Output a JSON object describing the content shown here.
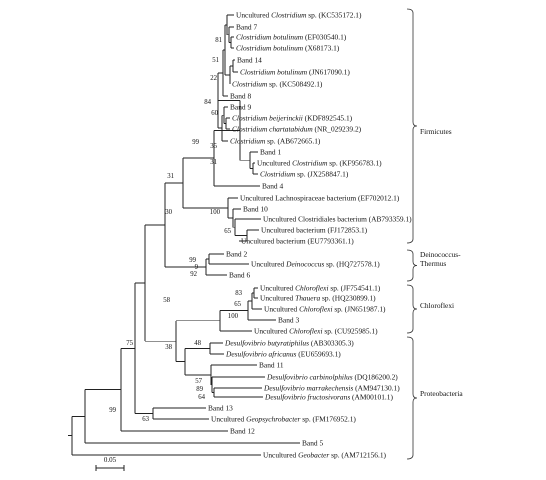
{
  "leaves": [
    {
      "id": "L1",
      "segs": [
        [
          "Uncultured ",
          0
        ],
        [
          "Clostridium",
          1
        ],
        [
          " sp. (KC535172.1)",
          0
        ]
      ]
    },
    {
      "id": "L2",
      "segs": [
        [
          "Band 7",
          0
        ]
      ]
    },
    {
      "id": "L3",
      "segs": [
        [
          "Clostridium botulinum",
          1
        ],
        [
          " (EF030540.1)",
          0
        ]
      ]
    },
    {
      "id": "L4",
      "segs": [
        [
          "Clostridium botulinum",
          1
        ],
        [
          " (X68173.1)",
          0
        ]
      ]
    },
    {
      "id": "L5",
      "segs": [
        [
          "Band 14",
          0
        ]
      ]
    },
    {
      "id": "L6",
      "segs": [
        [
          "Clostridium botulinum",
          1
        ],
        [
          " (JN617090.1)",
          0
        ]
      ]
    },
    {
      "id": "L7",
      "segs": [
        [
          "Clostridium",
          1
        ],
        [
          " sp. (KC508492.1)",
          0
        ]
      ]
    },
    {
      "id": "L8",
      "segs": [
        [
          "Band 8",
          0
        ]
      ]
    },
    {
      "id": "L9",
      "segs": [
        [
          "Band 9",
          0
        ]
      ]
    },
    {
      "id": "L10",
      "segs": [
        [
          "Clostridium beijerinckii",
          1
        ],
        [
          " (KDF892545.1)",
          0
        ]
      ]
    },
    {
      "id": "L11",
      "segs": [
        [
          "Clostridium chartatabidum",
          1
        ],
        [
          " (NR_029239.2)",
          0
        ]
      ]
    },
    {
      "id": "L12",
      "segs": [
        [
          "Clostridium",
          1
        ],
        [
          " sp. (AB672665.1)",
          0
        ]
      ]
    },
    {
      "id": "L13",
      "segs": [
        [
          "Band 1",
          0
        ]
      ]
    },
    {
      "id": "L14",
      "segs": [
        [
          "Uncultured ",
          0
        ],
        [
          "Clostridium",
          1
        ],
        [
          " sp. (KF956783.1)",
          0
        ]
      ]
    },
    {
      "id": "L15",
      "segs": [
        [
          "Clostridium",
          1
        ],
        [
          " sp. (JX258847.1)",
          0
        ]
      ]
    },
    {
      "id": "L16",
      "segs": [
        [
          "Band 4",
          0
        ]
      ]
    },
    {
      "id": "L17",
      "segs": [
        [
          "Uncultured Lachnospiraceae bacterium (EF702012.1)",
          0
        ]
      ]
    },
    {
      "id": "L18",
      "segs": [
        [
          "Band 10",
          0
        ]
      ]
    },
    {
      "id": "L19",
      "segs": [
        [
          "Uncultured Clostridiales  bacterium (AB793359.1)",
          0
        ]
      ]
    },
    {
      "id": "L20",
      "segs": [
        [
          "Uncultured bacterium (FJ172853.1)",
          0
        ]
      ]
    },
    {
      "id": "L21",
      "segs": [
        [
          "Uncultured bacterium (EU7793361.1)",
          0
        ]
      ]
    },
    {
      "id": "L22",
      "segs": [
        [
          "Band 2",
          0
        ]
      ]
    },
    {
      "id": "L23",
      "segs": [
        [
          "Uncultured ",
          0
        ],
        [
          "Deinococcus",
          1
        ],
        [
          " sp. (HQ727578.1)",
          0
        ]
      ]
    },
    {
      "id": "L24",
      "segs": [
        [
          "Band 6",
          0
        ]
      ]
    },
    {
      "id": "L25",
      "segs": [
        [
          "Uncultured ",
          0
        ],
        [
          "Chloroflexi",
          1
        ],
        [
          " sp. (JF754541.1)",
          0
        ]
      ]
    },
    {
      "id": "L26",
      "segs": [
        [
          "Uncultured ",
          0
        ],
        [
          "Thauera",
          1
        ],
        [
          " sp. (HQ230899.1)",
          0
        ]
      ]
    },
    {
      "id": "L27",
      "segs": [
        [
          "Uncultured ",
          0
        ],
        [
          "Chloroflexi",
          1
        ],
        [
          " sp. (JN651987.1)",
          0
        ]
      ]
    },
    {
      "id": "L28",
      "segs": [
        [
          "Band 3",
          0
        ]
      ]
    },
    {
      "id": "L29",
      "segs": [
        [
          "Uncultured ",
          0
        ],
        [
          "Chloroflexi",
          1
        ],
        [
          " sp. (CU925985.1)",
          0
        ]
      ]
    },
    {
      "id": "L30",
      "segs": [
        [
          "Desulfovibrio butyratiphilus",
          1
        ],
        [
          " (AB303305.3)",
          0
        ]
      ]
    },
    {
      "id": "L31",
      "segs": [
        [
          "Desulfovibrio africanus",
          1
        ],
        [
          " (EU659693.1)",
          0
        ]
      ]
    },
    {
      "id": "L32",
      "segs": [
        [
          "Band 11",
          0
        ]
      ]
    },
    {
      "id": "L33",
      "segs": [
        [
          "Desulfovibrio carbinolphilus",
          1
        ],
        [
          " (DQ186200.2)",
          0
        ]
      ]
    },
    {
      "id": "L34",
      "segs": [
        [
          "Desulfovibrio marrakechensis",
          1
        ],
        [
          " (AM947130.1)",
          0
        ]
      ]
    },
    {
      "id": "L35",
      "segs": [
        [
          "Desulfovibrio fructosivorans",
          1
        ],
        [
          " (AM00101.1)",
          0
        ]
      ]
    },
    {
      "id": "L36",
      "segs": [
        [
          "Band 13",
          0
        ]
      ]
    },
    {
      "id": "L37",
      "segs": [
        [
          "Uncultured ",
          0
        ],
        [
          "Geopsychrobacter",
          1
        ],
        [
          " sp. (FM176952.1)",
          0
        ]
      ]
    },
    {
      "id": "L38",
      "segs": [
        [
          "Band 12",
          0
        ]
      ]
    },
    {
      "id": "L39",
      "segs": [
        [
          "Band 5",
          0
        ]
      ]
    },
    {
      "id": "L40",
      "segs": [
        [
          "Uncultured ",
          0
        ],
        [
          "Geobacter",
          1
        ],
        [
          " sp. (AM712156.1)",
          0
        ]
      ]
    }
  ],
  "bootstrap": [
    "81",
    "51",
    "22",
    "84",
    "60",
    "35",
    "31",
    "99",
    "31",
    "100",
    "65",
    "30",
    "99",
    "9",
    "92",
    "58",
    "83",
    "65",
    "100",
    "38",
    "48",
    "57",
    "89",
    "64",
    "75",
    "99",
    "63"
  ],
  "groups": [
    {
      "id": "g-firmicutes",
      "lines": [
        "Firmicutes"
      ]
    },
    {
      "id": "g-deinococcus",
      "lines": [
        "Deinococcus-",
        "Thermus"
      ]
    },
    {
      "id": "g-chloroflexi",
      "lines": [
        "Chloroflexi"
      ]
    },
    {
      "id": "g-proteobacteria",
      "lines": [
        "Proteobacteria"
      ]
    }
  ],
  "scale_bar": {
    "label": "0.05"
  },
  "colors": {
    "line": "#222222",
    "text": "#111111",
    "background": "#ffffff"
  }
}
